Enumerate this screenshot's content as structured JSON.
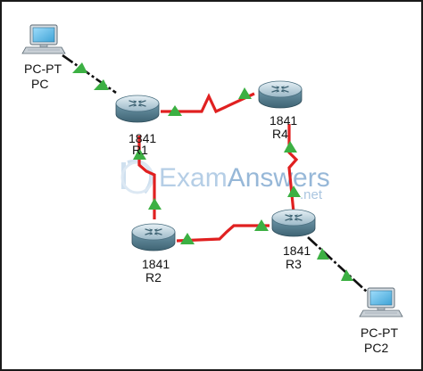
{
  "watermark": {
    "part1": "Exam",
    "part2": "Answers",
    "suffix": ".net",
    "color_light": "#b9d3ea",
    "color_dark": "#8fb3d6"
  },
  "devices": {
    "pc1": {
      "type": "PC-PT",
      "name": "PC"
    },
    "pc2": {
      "type": "PC-PT",
      "name": "PC2"
    },
    "r1": {
      "model": "1841",
      "name": "R1"
    },
    "r2": {
      "model": "1841",
      "name": "R2"
    },
    "r3": {
      "model": "1841",
      "name": "R3"
    },
    "r4": {
      "model": "1841",
      "name": "R4"
    }
  },
  "links": [
    {
      "from": "PC",
      "to": "R1",
      "kind": "copper-straight",
      "color": "#111111",
      "status_color": "#3cb043"
    },
    {
      "from": "R1",
      "to": "R4",
      "kind": "serial",
      "color": "#e02020",
      "status_color": "#3cb043"
    },
    {
      "from": "R4",
      "to": "R3",
      "kind": "serial",
      "color": "#e02020",
      "status_color": "#3cb043"
    },
    {
      "from": "R3",
      "to": "R2",
      "kind": "serial",
      "color": "#e02020",
      "status_color": "#3cb043"
    },
    {
      "from": "R2",
      "to": "R1",
      "kind": "serial",
      "color": "#e02020",
      "status_color": "#3cb043"
    },
    {
      "from": "R3",
      "to": "PC2",
      "kind": "copper-straight",
      "color": "#111111",
      "status_color": "#3cb043"
    }
  ],
  "colors": {
    "serial": "#e02020",
    "ethernet": "#111111",
    "link_up": "#3cb043",
    "router_top": "#cfe0ea",
    "router_body": "#5f8799",
    "pc_screen": "#6fc2ec"
  }
}
